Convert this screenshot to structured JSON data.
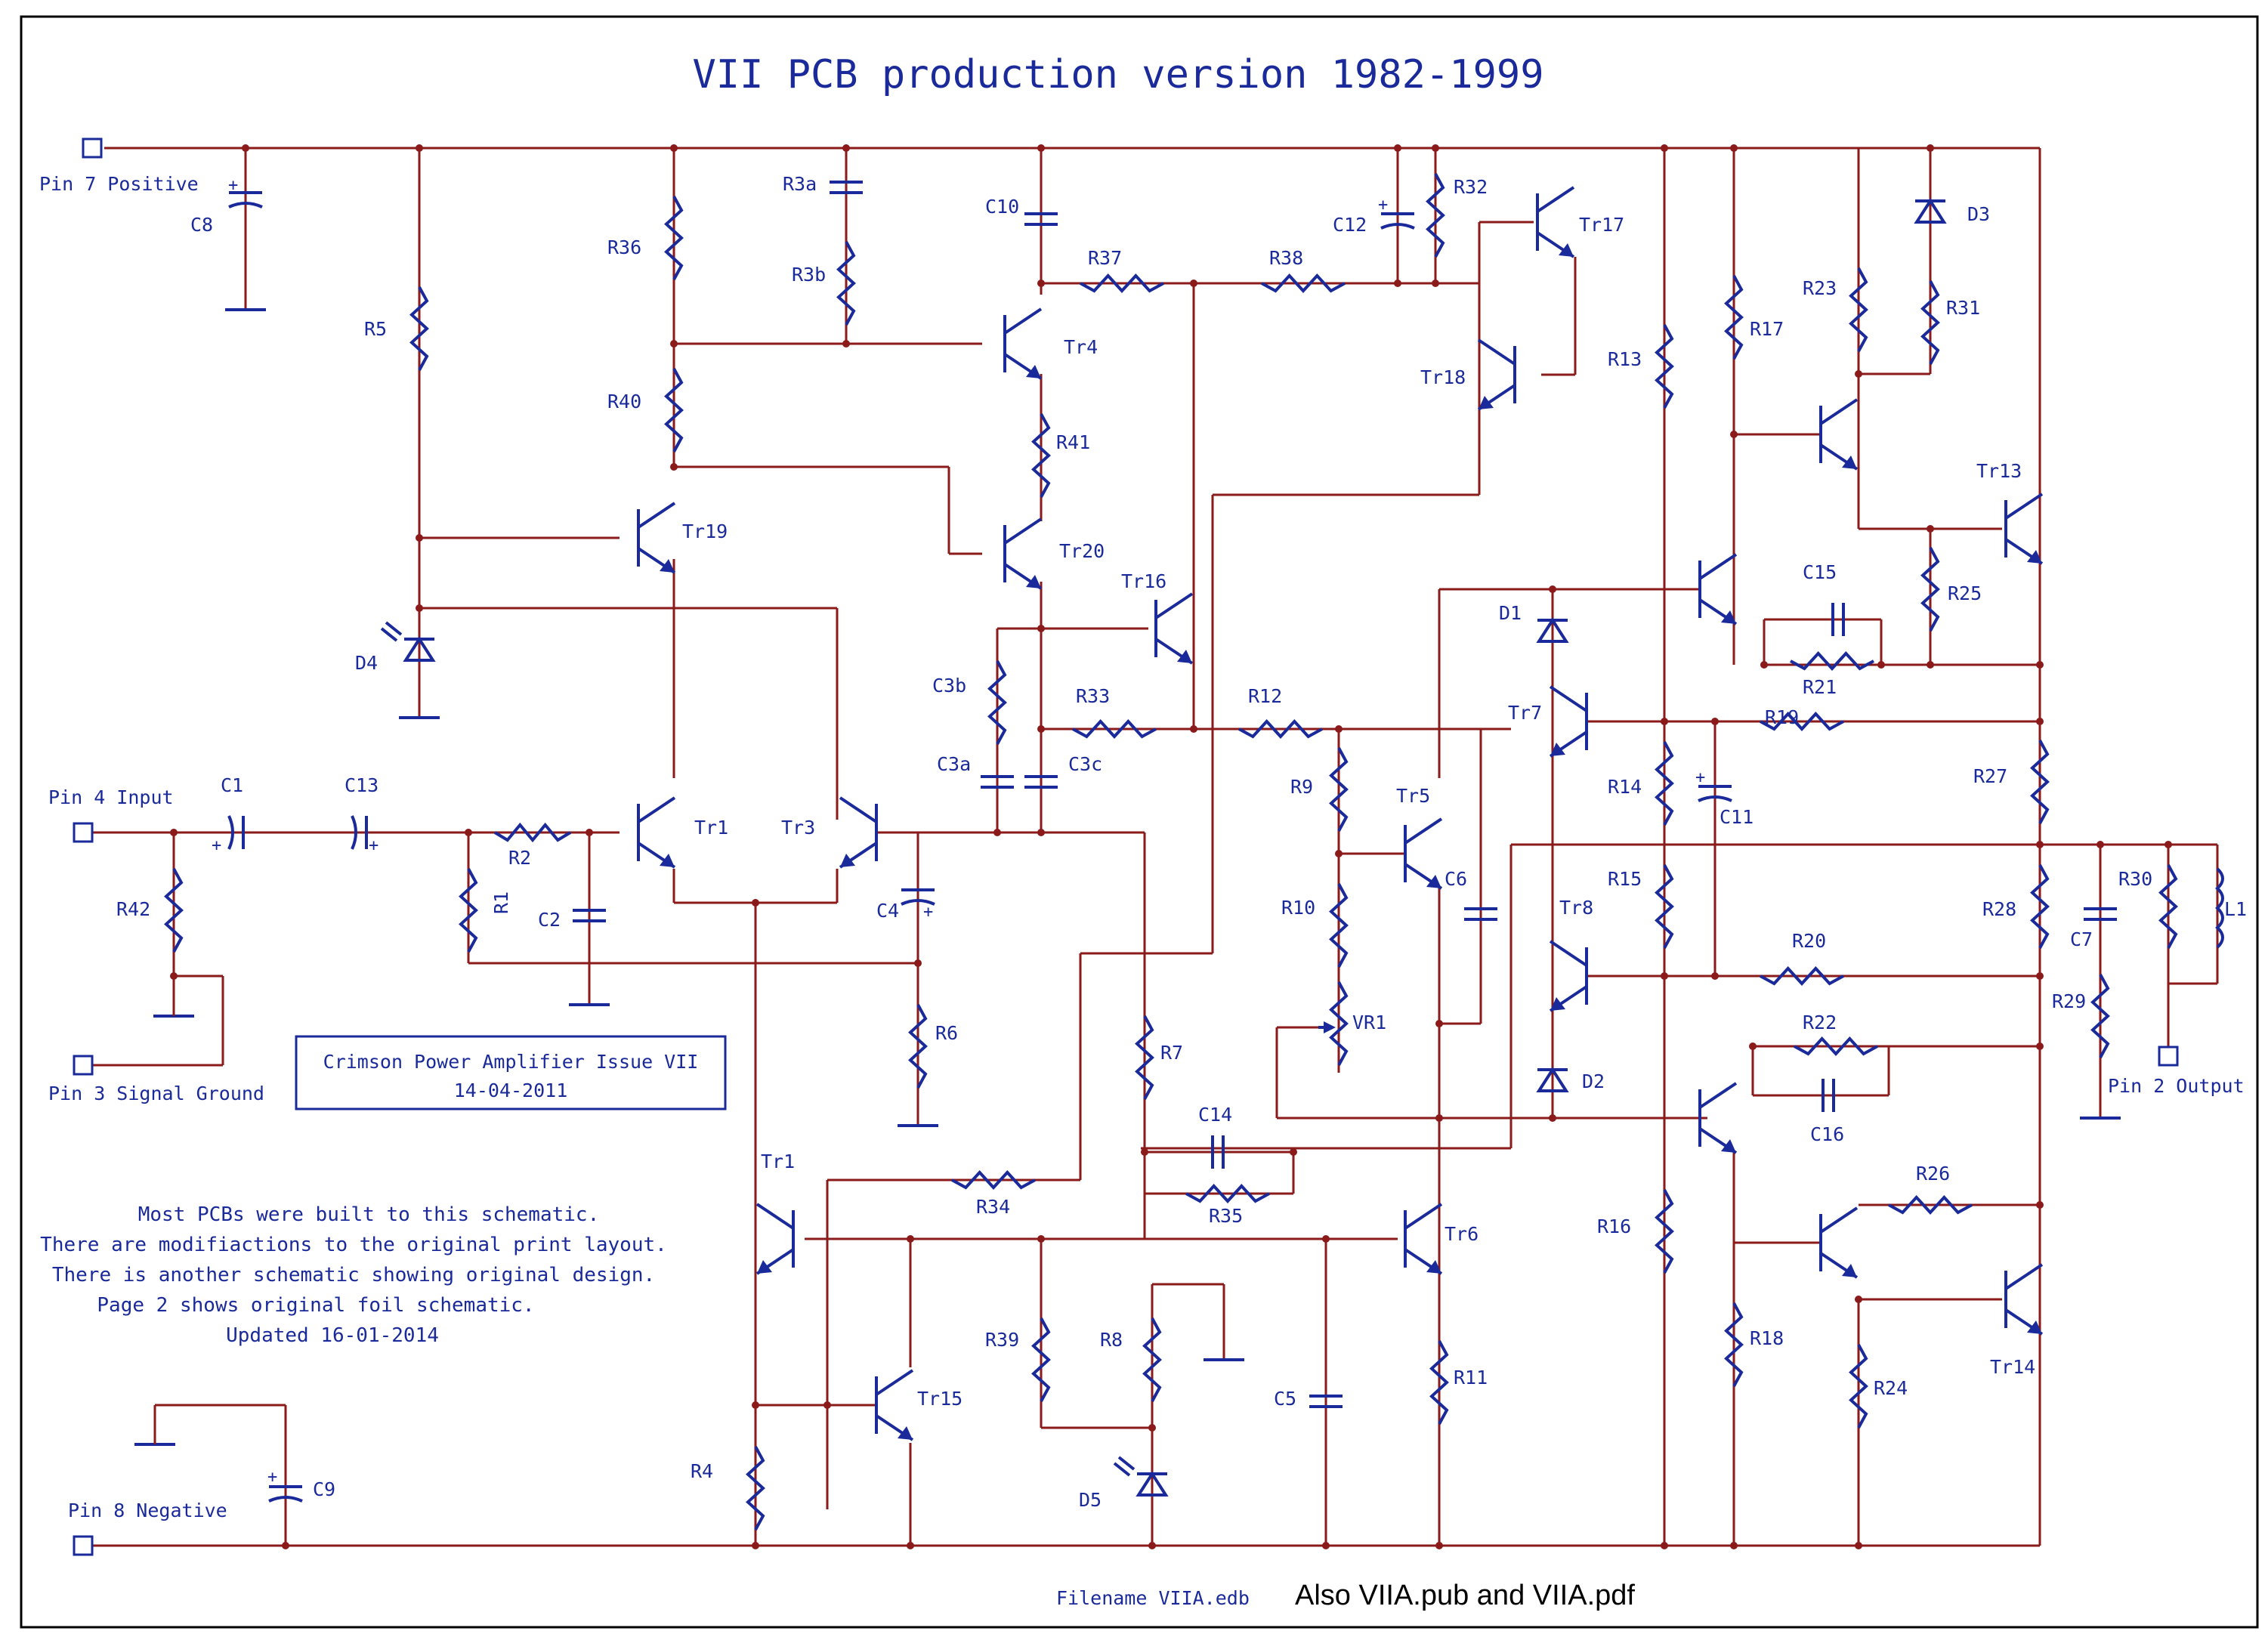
{
  "title": "VII PCB production version 1982-1999",
  "pins": {
    "pin7": "Pin 7 Positive",
    "pin4": "Pin 4 Input",
    "pin3": "Pin 3 Signal Ground",
    "pin8": "Pin 8 Negative",
    "pin2": "Pin 2 Output"
  },
  "title_box": {
    "line1": "Crimson Power Amplifier Issue VII",
    "line2": "14-04-2011"
  },
  "notes": [
    "Most PCBs were built to this schematic.",
    "There are modifiactions to the original print layout.",
    "There is another schematic showing original design.",
    "Page 2 shows original foil schematic.",
    "Updated 16-01-2014"
  ],
  "footer": {
    "filename": "Filename VIIA.edb",
    "also": "Also VIIA.pub and VIIA.pdf"
  },
  "polarity": {
    "plus": "+"
  },
  "components": {
    "resistors": [
      "R1",
      "R2",
      "R3a",
      "R3b",
      "R4",
      "R5",
      "R6",
      "R7",
      "R8",
      "R9",
      "R10",
      "R11",
      "R12",
      "R13",
      "R14",
      "R15",
      "R16",
      "R17",
      "R18",
      "R19",
      "R20",
      "R21",
      "R22",
      "R23",
      "R24",
      "R25",
      "R26",
      "R27",
      "R28",
      "R29",
      "R30",
      "R31",
      "R32",
      "R33",
      "R34",
      "R35",
      "R36",
      "R37",
      "R38",
      "R39",
      "R40",
      "R41",
      "R42"
    ],
    "capacitors": [
      "C1",
      "C2",
      "C3a",
      "C3b",
      "C3c",
      "C4",
      "C5",
      "C6",
      "C7",
      "C8",
      "C9",
      "C10",
      "C11",
      "C12",
      "C13",
      "C14",
      "C15",
      "C16"
    ],
    "transistors": [
      "Tr1",
      "Tr3",
      "Tr4",
      "Tr5",
      "Tr6",
      "Tr7",
      "Tr8",
      "Tr13",
      "Tr14",
      "Tr15",
      "Tr16",
      "Tr17",
      "Tr18",
      "Tr19",
      "Tr20"
    ],
    "diodes": [
      "D1",
      "D2",
      "D3",
      "D4",
      "D5"
    ],
    "other": [
      "VR1",
      "L1"
    ],
    "tr_lower_left": "Tr1"
  },
  "colors": {
    "wire": "#8b1a1a",
    "component": "#1a2a9a",
    "background": "#ffffff"
  }
}
